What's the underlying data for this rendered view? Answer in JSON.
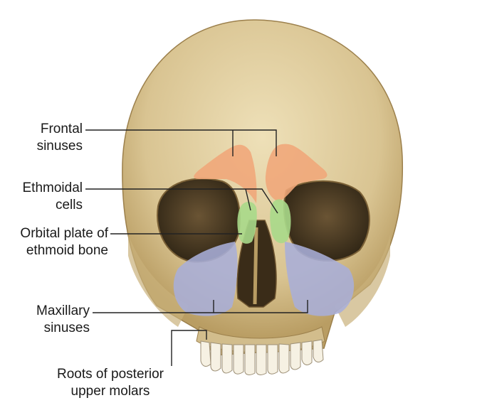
{
  "labels": {
    "frontal": {
      "line1": "Frontal",
      "line2": "sinuses"
    },
    "ethmoidal": {
      "line1": "Ethmoidal",
      "line2": "cells"
    },
    "orbital": {
      "line1": "Orbital plate of",
      "line2": "ethmoid bone"
    },
    "maxillary": {
      "line1": "Maxillary",
      "line2": "sinuses"
    },
    "molars": {
      "line1": "Roots of posterior",
      "line2": "upper molars"
    }
  },
  "colors": {
    "bone": "#dcc99a",
    "bone_shadow": "#b89c63",
    "cavity": "#4a3a24",
    "frontal_sinus": "#f0a679",
    "ethmoidal_cells": "#a9d98a",
    "maxillary_sinus": "#a9aed8",
    "teeth": "#f6f1e3",
    "leader": "#222222"
  }
}
